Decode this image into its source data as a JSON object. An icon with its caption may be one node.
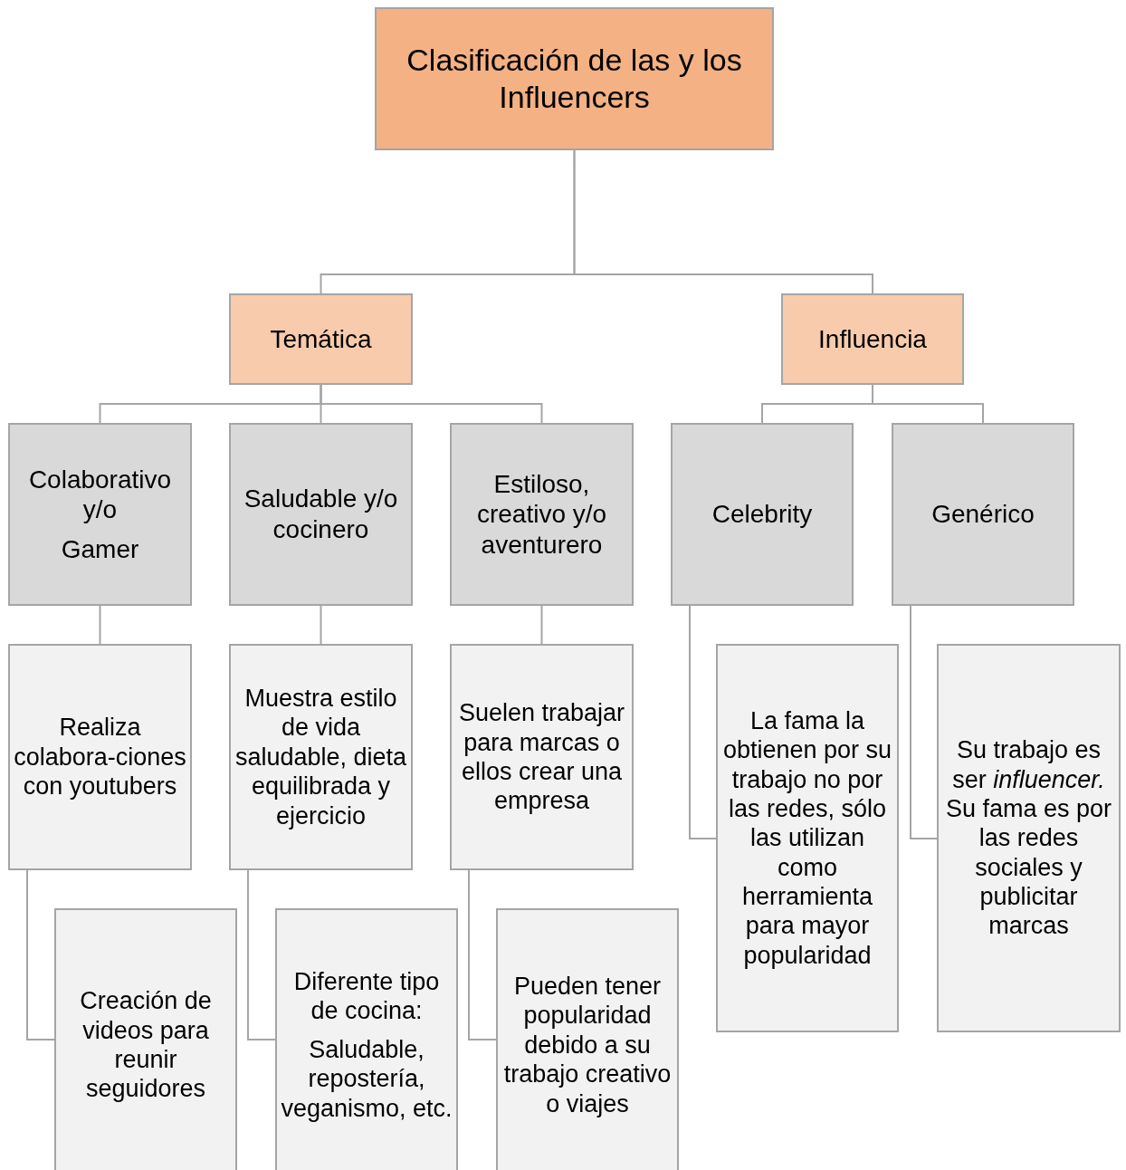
{
  "diagram": {
    "nodes": [
      {
        "text": [
          "Clasificación de las y los Influencers"
        ]
      },
      {
        "text": [
          "Temática"
        ]
      },
      {
        "text": [
          "Influencia"
        ]
      },
      {
        "text": [
          "Colaborativo y/o",
          "Gamer"
        ]
      },
      {
        "text": [
          "Saludable y/o cocinero"
        ]
      },
      {
        "text": [
          "Estiloso, creativo y/o aventurero"
        ]
      },
      {
        "text": [
          "Celebrity"
        ]
      },
      {
        "text": [
          "Genérico"
        ]
      },
      {
        "text": [
          "Realiza colabora-ciones con youtubers"
        ]
      },
      {
        "text": [
          "Muestra estilo de vida saludable, dieta equilibrada y ejercicio"
        ]
      },
      {
        "text": [
          "Suelen trabajar para marcas o ellos crear una empresa"
        ]
      },
      {
        "text": [
          "La fama la obtienen por su trabajo no por las redes, sólo las utilizan como herramienta para mayor popularidad"
        ]
      },
      {
        "text": [
          "Su trabajo es ser *influencer.* Su fama es por las redes sociales y publicitar marcas"
        ]
      },
      {
        "text": [
          "Creación de videos para reunir seguidores"
        ]
      },
      {
        "text": [
          "Diferente tipo de cocina:",
          "Saludable, repostería, veganismo, etc."
        ]
      },
      {
        "text": [
          "Pueden tener popularidad debido a su trabajo creativo o viajes"
        ]
      }
    ],
    "edges": [
      {
        "from": 0,
        "to": 1,
        "arrow": "none"
      },
      {
        "from": 0,
        "to": 2,
        "arrow": "none"
      },
      {
        "from": 1,
        "to": 3,
        "arrow": "none"
      },
      {
        "from": 1,
        "to": 4,
        "arrow": "none"
      },
      {
        "from": 1,
        "to": 5,
        "arrow": "none"
      },
      {
        "from": 2,
        "to": 6,
        "arrow": "none"
      },
      {
        "from": 2,
        "to": 7,
        "arrow": "none"
      },
      {
        "from": 3,
        "to": 8,
        "arrow": "none"
      },
      {
        "from": 4,
        "to": 9,
        "arrow": "none"
      },
      {
        "from": 5,
        "to": 10,
        "arrow": "none"
      },
      {
        "from": 6,
        "to": 11,
        "arrow": "none"
      },
      {
        "from": 7,
        "to": 12,
        "arrow": "none"
      },
      {
        "from": 8,
        "to": 13,
        "arrow": "none"
      },
      {
        "from": 9,
        "to": 14,
        "arrow": "none"
      },
      {
        "from": 10,
        "to": 15,
        "arrow": "none"
      }
    ]
  }
}
